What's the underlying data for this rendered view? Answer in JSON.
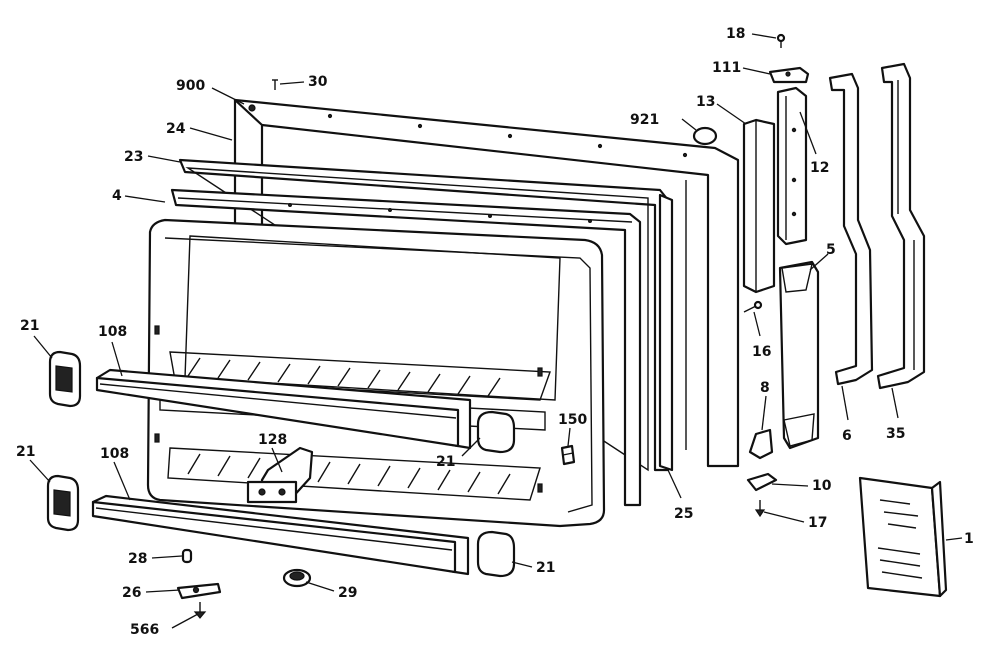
{
  "diagram": {
    "callouts": [
      {
        "id": "c18",
        "label": "18"
      },
      {
        "id": "c111",
        "label": "111"
      },
      {
        "id": "c13",
        "label": "13"
      },
      {
        "id": "c12",
        "label": "12"
      },
      {
        "id": "c921",
        "label": "921"
      },
      {
        "id": "c900",
        "label": "900"
      },
      {
        "id": "c30",
        "label": "30"
      },
      {
        "id": "c24",
        "label": "24"
      },
      {
        "id": "c23",
        "label": "23"
      },
      {
        "id": "c4",
        "label": "4"
      },
      {
        "id": "c5",
        "label": "5"
      },
      {
        "id": "c16",
        "label": "16"
      },
      {
        "id": "c8",
        "label": "8"
      },
      {
        "id": "c6",
        "label": "6"
      },
      {
        "id": "c35",
        "label": "35"
      },
      {
        "id": "c10",
        "label": "10"
      },
      {
        "id": "c17",
        "label": "17"
      },
      {
        "id": "c1",
        "label": "1"
      },
      {
        "id": "c21a",
        "label": "21"
      },
      {
        "id": "c108a",
        "label": "108"
      },
      {
        "id": "c21b",
        "label": "21"
      },
      {
        "id": "c108b",
        "label": "108"
      },
      {
        "id": "c128",
        "label": "128"
      },
      {
        "id": "c150",
        "label": "150"
      },
      {
        "id": "c21c",
        "label": "21"
      },
      {
        "id": "c25",
        "label": "25"
      },
      {
        "id": "c28",
        "label": "28"
      },
      {
        "id": "c26",
        "label": "26"
      },
      {
        "id": "c566",
        "label": "566"
      },
      {
        "id": "c29",
        "label": "29"
      },
      {
        "id": "c21d",
        "label": "21"
      }
    ]
  }
}
